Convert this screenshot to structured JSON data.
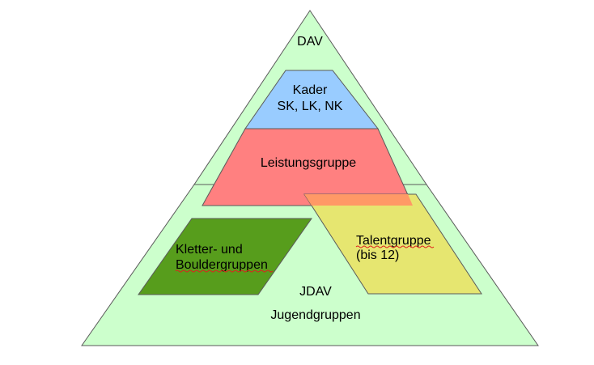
{
  "diagram": {
    "dav_label": "DAV",
    "kader": {
      "line1": "Kader",
      "line2": "SK, LK, NK"
    },
    "leistungsgruppe": "Leistungsgruppe",
    "kletter": {
      "line1": "Kletter- und",
      "line2": "Bouldergruppen"
    },
    "talent": {
      "line1": "Talentgruppe",
      "line2": "(bis 12)"
    },
    "jdav": {
      "line1": "JDAV",
      "line2": "Jugendgruppen"
    }
  },
  "colors": {
    "dav_fill": "#ccffcc",
    "jdav_fill": "#ccffcc",
    "kader_fill": "#99ccff",
    "leistung_fill": "#ff8080",
    "kletter_fill": "#579d1c",
    "talent_fill": "#e6e670",
    "talent_overlap": "#ff9966",
    "outline": "#5a5a5a"
  }
}
